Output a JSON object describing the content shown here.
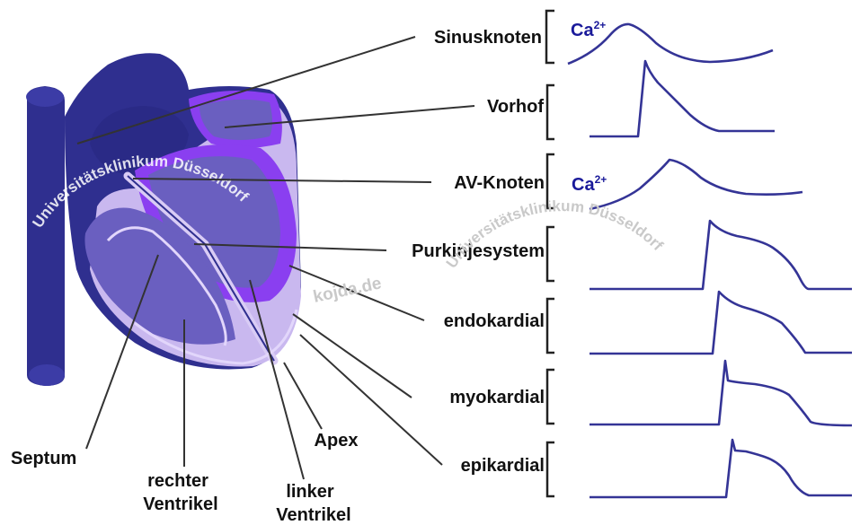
{
  "labels": {
    "sinusknoten": "Sinusknoten",
    "vorhof": "Vorhof",
    "av_knoten": "AV-Knoten",
    "purkinjesystem": "Purkinjesystem",
    "endokardial": "endokardial",
    "myokardial": "myokardial",
    "epikardial": "epikardial",
    "septum": "Septum",
    "rechter_ventrikel_1": "rechter",
    "rechter_ventrikel_2": "Ventrikel",
    "linker_ventrikel_1": "linker",
    "linker_ventrikel_2": "Ventrikel",
    "apex": "Apex"
  },
  "ion_labels": {
    "ca_1_base": "Ca",
    "ca_1_sup": "2+",
    "ca_2_base": "Ca",
    "ca_2_sup": "2+"
  },
  "watermarks": {
    "heart": "Universitätsklinikum Düsseldorf",
    "traces": "Universitätsklinikum Düsseldorf",
    "site": "kojda.de"
  },
  "colors": {
    "heart_dark": "#2f2f8f",
    "heart_mid": "#6a5fc0",
    "heart_light": "#c9b8ef",
    "heart_violet": "#8a3ff0",
    "trace": "#343496",
    "ion_label": "#1a1a9a",
    "leader_line": "#333333"
  }
}
